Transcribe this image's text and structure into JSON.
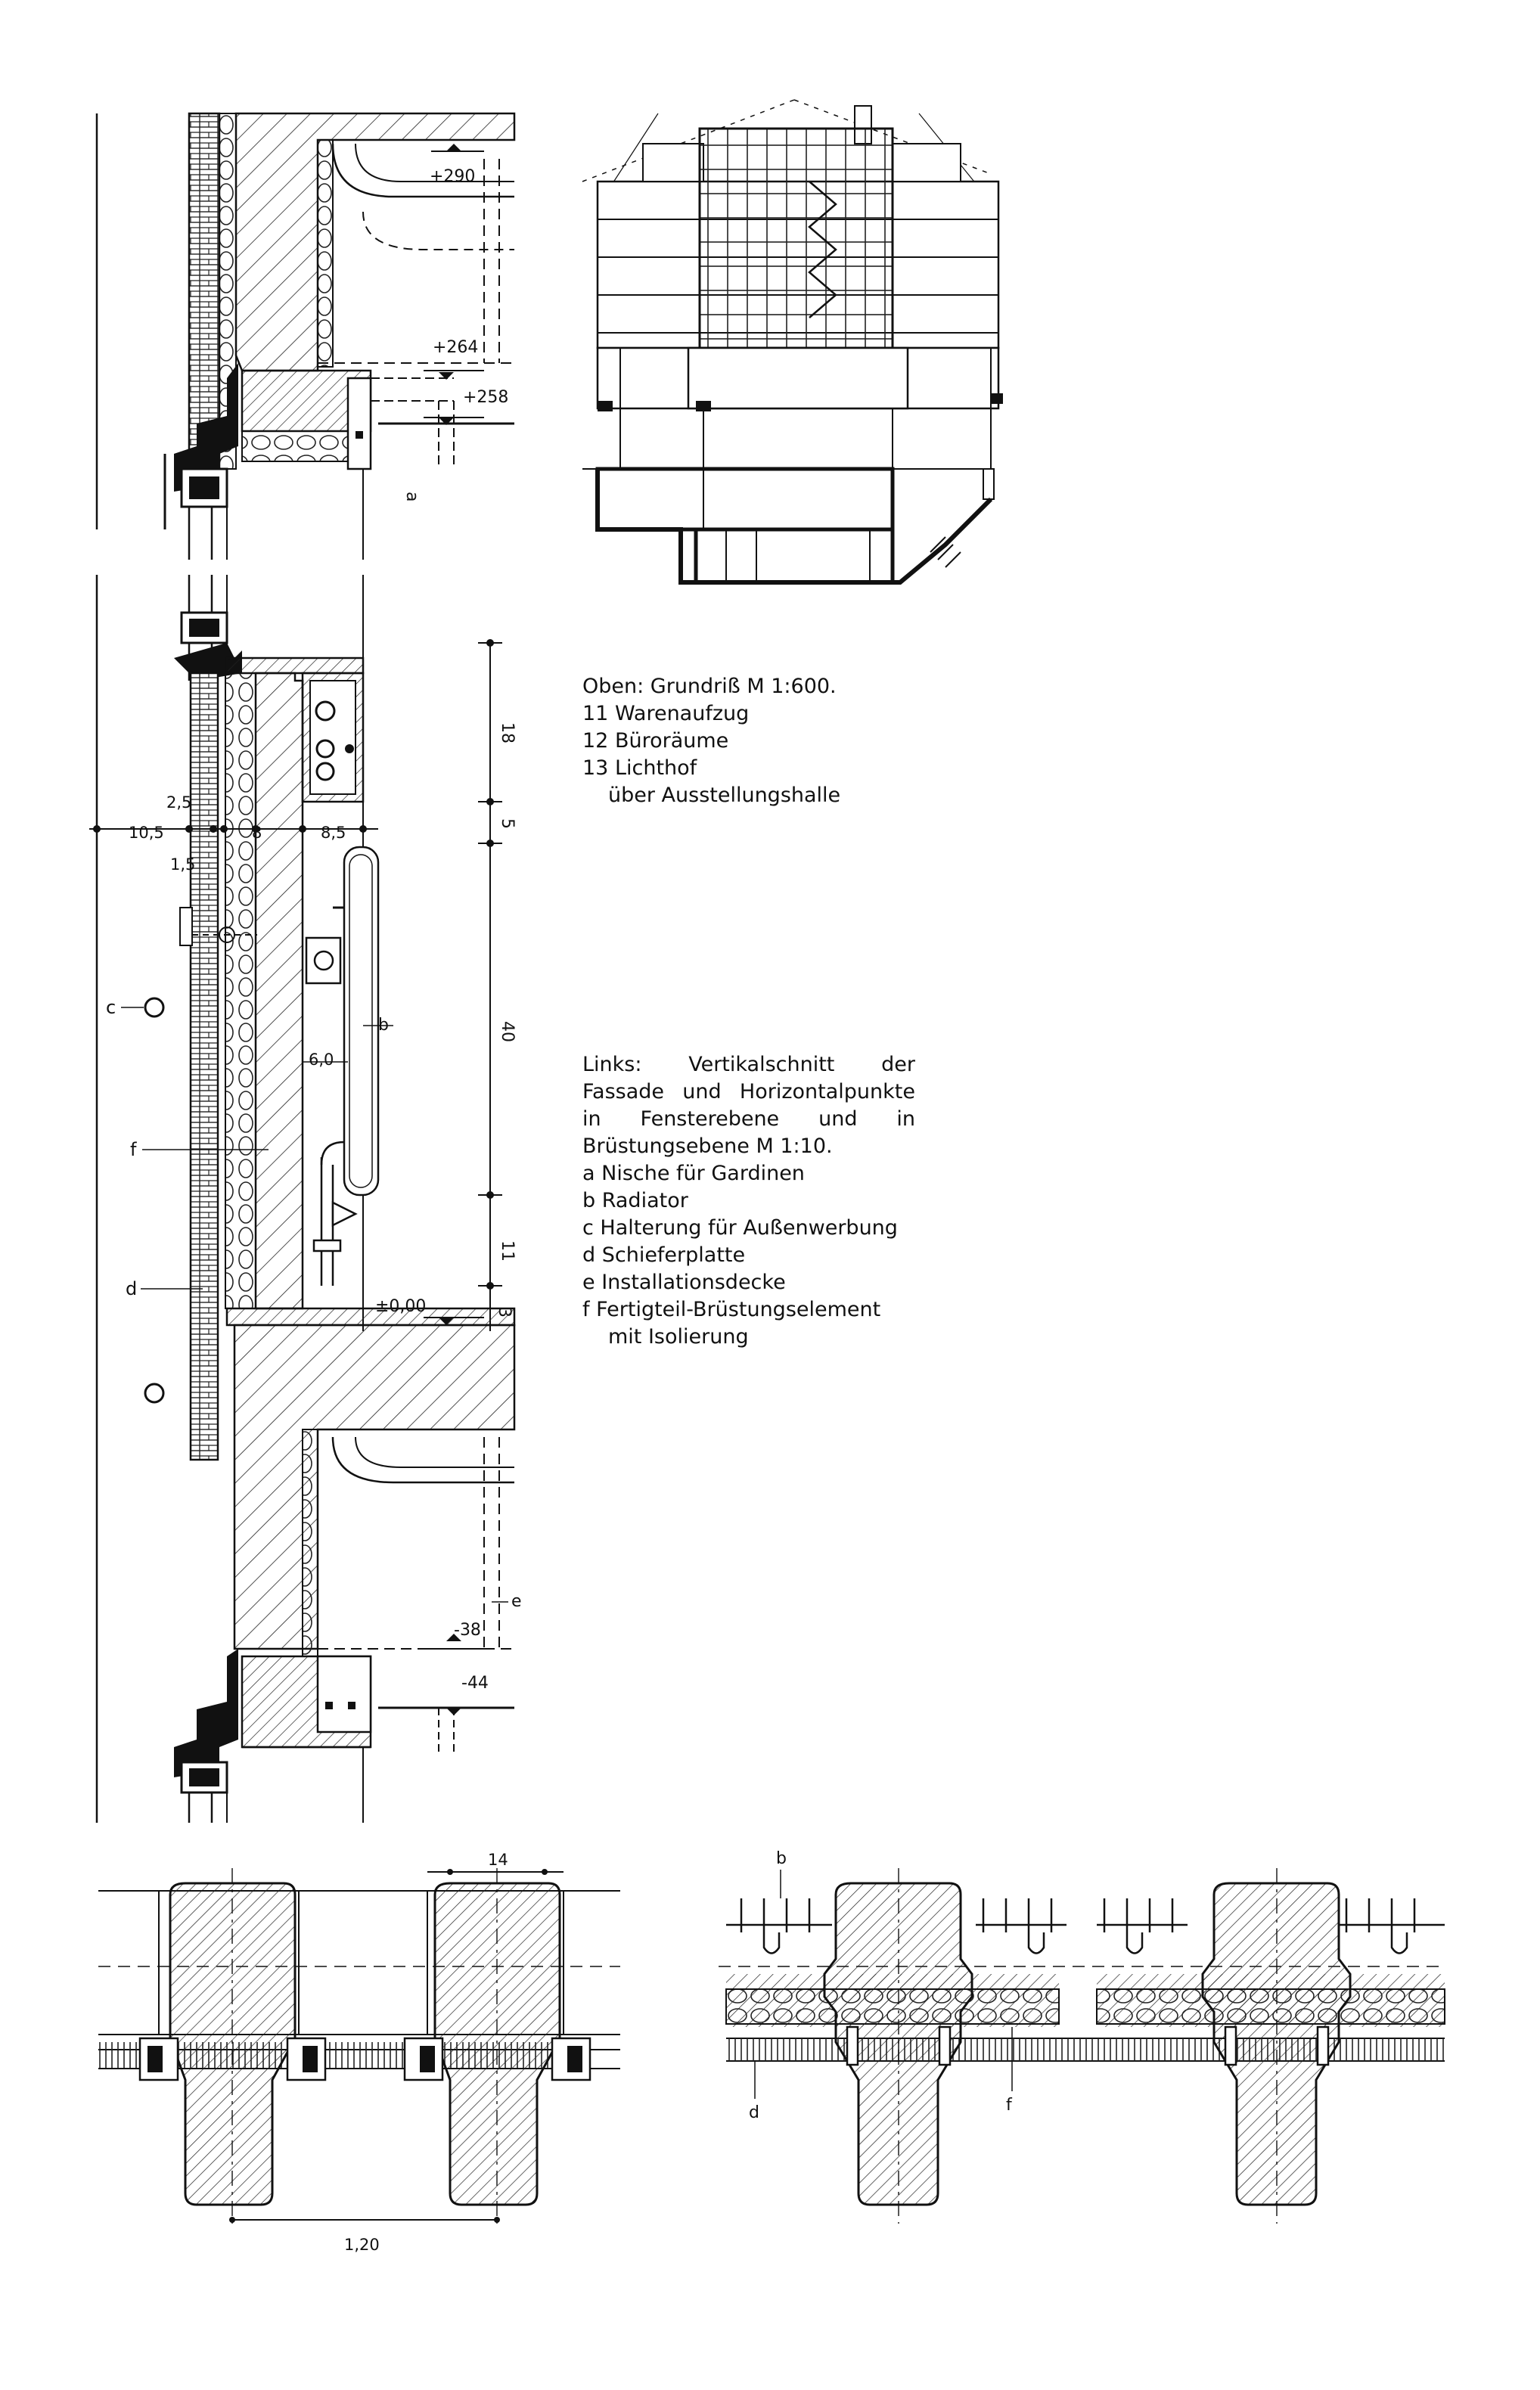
{
  "captions": {
    "top": {
      "title": "Oben: Grundriß M 1:600.",
      "items": [
        "11 Warenaufzug",
        "12 Büroräume",
        "13 Lichthof"
      ],
      "continuation": "über Ausstellungshalle"
    },
    "left": {
      "paragraph": "Links: Vertikalschnitt der Fassade und Horizontalpunkte in Fensterebene und in Brüstungsebene M 1:10.",
      "items": [
        "a Nische für Gardinen",
        "b Radiator",
        "c Halterung für Außenwerbung",
        "d Schieferplatte",
        "e Installationsdecke",
        "f Fertigteil-Brüstungselement"
      ],
      "continuation": "mit Isolierung"
    }
  },
  "section": {
    "levels": [
      "+290",
      "+264",
      "+258",
      "±0,00",
      "-38",
      "-44"
    ],
    "dims_horizontal": [
      "10,5",
      "2,5",
      "1,5",
      "8",
      "8,5",
      "6,0"
    ],
    "dims_vertical": [
      "18",
      "5",
      "40",
      "11",
      "3"
    ],
    "labels": [
      "a",
      "b",
      "c",
      "d",
      "e",
      "f"
    ]
  },
  "details": {
    "dims": [
      "14",
      "1,20"
    ],
    "labels": [
      "b",
      "d",
      "f"
    ]
  }
}
